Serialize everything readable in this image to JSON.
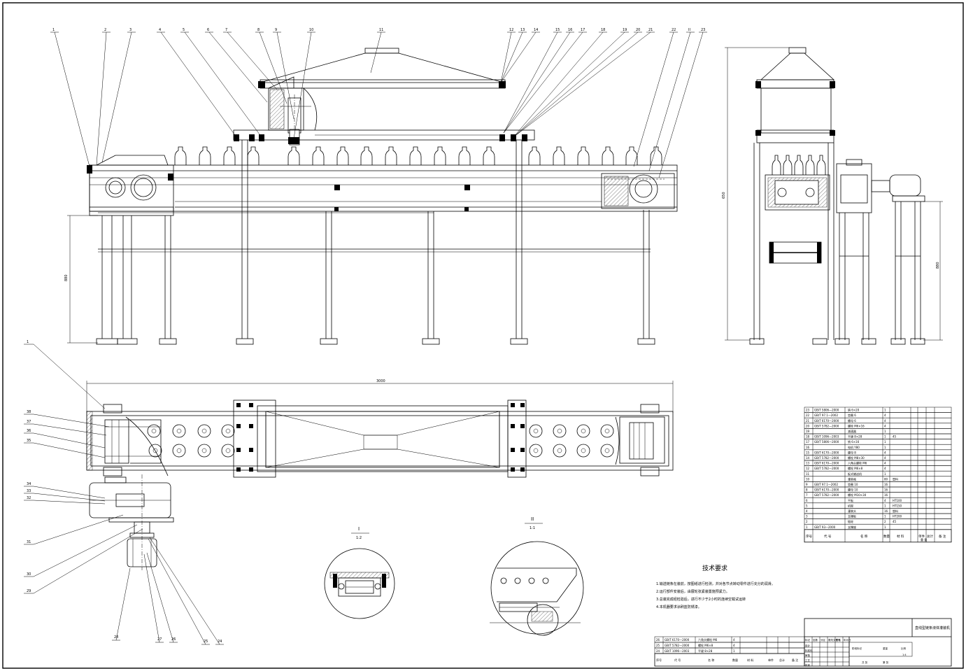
{
  "balloons_top": [
    "1",
    "2",
    "3",
    "4",
    "5",
    "6",
    "7",
    "8",
    "9",
    "10",
    "11",
    "12",
    "13",
    "14",
    "15",
    "16",
    "17",
    "18",
    "19",
    "20",
    "21",
    "22",
    "II",
    "23"
  ],
  "balloons_plan_left": [
    "1",
    "38",
    "37",
    "36",
    "35",
    "34",
    "33",
    "32",
    "31",
    "30",
    "29"
  ],
  "balloons_plan_bottom": [
    "28",
    "27",
    "26",
    "25",
    "24"
  ],
  "dims": {
    "height_left": "880",
    "height_side_total": "650",
    "height_side_right": "880",
    "length_plan": "3000"
  },
  "details": [
    {
      "id": "I",
      "scale": "1:2"
    },
    {
      "id": "II",
      "scale": "1:1"
    }
  ],
  "tech": {
    "title": "技术要求",
    "items": [
      "1.输送链条在装前，按图纸进行检测，并对各节点转动零件进行充分的润滑。",
      "2.运行部件安装后，由展轮张紧装置施预紧力。",
      "3.总装完成经检验后，进行不少于2小时的连续空载试运转",
      "4.本机器要求涂刷蓝防锈漆。"
    ]
  },
  "parts": [
    {
      "no": "23",
      "code": "GB/T 5806—2000",
      "name": "销 6×20",
      "qty": "1",
      "mat": ""
    },
    {
      "no": "22",
      "code": "GB/T 97.1—2002",
      "name": "垫圈 6",
      "qty": "4",
      "mat": ""
    },
    {
      "no": "21",
      "code": "GB/T 6170—2000",
      "name": "螺母 6",
      "qty": "4",
      "mat": ""
    },
    {
      "no": "20",
      "code": "GB/T 5782—2000",
      "name": "螺栓 M6×16",
      "qty": "4",
      "mat": ""
    },
    {
      "no": "19",
      "code": "",
      "name": "减速器",
      "qty": "1",
      "mat": ""
    },
    {
      "no": "18",
      "code": "GB/T 1096—2003",
      "name": "平键 8×28",
      "qty": "1",
      "mat": "45"
    },
    {
      "no": "17",
      "code": "GB/T 5806—2000",
      "name": "销 6×16",
      "qty": "1",
      "mat": ""
    },
    {
      "no": "16",
      "code": "",
      "name": "电机 Y80",
      "qty": "1",
      "mat": ""
    },
    {
      "no": "15",
      "code": "GB/T 6170—2000",
      "name": "螺母 8",
      "qty": "4",
      "mat": ""
    },
    {
      "no": "14",
      "code": "GB/T 5782—2000",
      "name": "螺栓 M8×30",
      "qty": "4",
      "mat": ""
    },
    {
      "no": "13",
      "code": "GB/T 6170—2000",
      "name": "六角头螺栓 M6",
      "qty": "4",
      "mat": ""
    },
    {
      "no": "12",
      "code": "GB/T 5782—2000",
      "name": "螺栓 M6×8",
      "qty": "4",
      "mat": ""
    },
    {
      "no": "11",
      "code": "",
      "name": "板式输送机",
      "qty": "1",
      "mat": ""
    },
    {
      "no": "10",
      "code": "",
      "name": "灌装瓶",
      "qty": "80",
      "mat": "塑料"
    },
    {
      "no": "9",
      "code": "GB/T 97.1—2002",
      "name": "垫圈 10",
      "qty": "16",
      "mat": ""
    },
    {
      "no": "8",
      "code": "GB/T 6170—2000",
      "name": "螺母 10",
      "qty": "16",
      "mat": ""
    },
    {
      "no": "7",
      "code": "GB/T 5782—2000",
      "name": "螺栓 M10×30",
      "qty": "16",
      "mat": ""
    },
    {
      "no": "6",
      "code": "",
      "name": "平板",
      "qty": "4",
      "mat": "HT100"
    },
    {
      "no": "5",
      "code": "",
      "name": "机架",
      "qty": "1",
      "mat": "HT150"
    },
    {
      "no": "4",
      "code": "",
      "name": "灌装头",
      "qty": "16",
      "mat": "塑料"
    },
    {
      "no": "3",
      "code": "",
      "name": "支撑板",
      "qty": "1",
      "mat": "HT200"
    },
    {
      "no": "2",
      "code": "",
      "name": "链轮",
      "qty": "2",
      "mat": "45"
    },
    {
      "no": "1",
      "code": "GB/T 93—2000",
      "name": "支撑座",
      "qty": "1",
      "mat": ""
    }
  ],
  "bom_header": {
    "no": "序号",
    "code": "代 号",
    "name": "名 称",
    "qty": "数量",
    "mat": "材 料",
    "single": "单件",
    "total": "总计",
    "weight": "重 量",
    "note": "备 注"
  },
  "bom_lower": [
    {
      "no": "26",
      "code": "GB/T 6170—2000",
      "name": "六角头螺栓 M6",
      "qty": "4"
    },
    {
      "no": "25",
      "code": "GB/T 5782—2000",
      "name": "螺栓 M6×8",
      "qty": "4"
    },
    {
      "no": "24",
      "code": "GB/T 1096—2003",
      "name": "平键 8×28",
      "qty": "1"
    }
  ],
  "title_block": {
    "drawing_title": "直线型链条液体灌装机",
    "fields": [
      "标记",
      "处数",
      "分区",
      "更改文件号",
      "签名",
      "年月日",
      "设计",
      "标准化",
      "审核",
      "工艺",
      "批准",
      "阶段标记",
      "重量",
      "比例",
      "共 张",
      "第 张"
    ],
    "scale_value": "1:4"
  }
}
